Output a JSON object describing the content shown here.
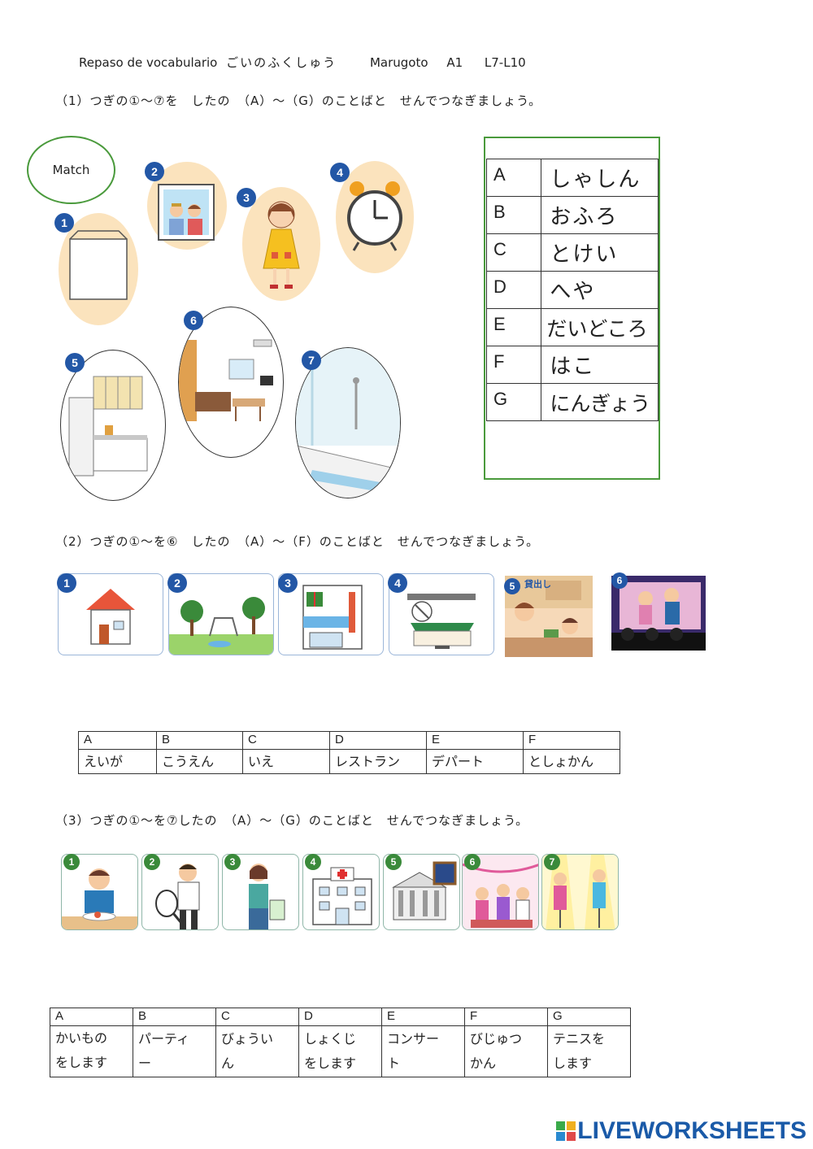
{
  "header": {
    "title_es": "Repaso de vocabulario",
    "title_jp": "ごいのふくしゅう",
    "course": "Marugoto",
    "level": "A1",
    "lessons": "L7-L10"
  },
  "section1": {
    "instruction": "（1）つぎの①～⑦を　したの　（A）～（G）のことばと　せんでつなぎましょう。",
    "match_label": "Match",
    "pictures": [
      {
        "num": "1",
        "icon": "box-icon"
      },
      {
        "num": "2",
        "icon": "photo-icon"
      },
      {
        "num": "3",
        "icon": "doll-icon"
      },
      {
        "num": "4",
        "icon": "clock-icon"
      },
      {
        "num": "5",
        "icon": "kitchen-icon"
      },
      {
        "num": "6",
        "icon": "room-icon"
      },
      {
        "num": "7",
        "icon": "bathroom-icon"
      }
    ],
    "options": [
      {
        "key": "A",
        "word": "しゃしん"
      },
      {
        "key": "B",
        "word": "おふろ"
      },
      {
        "key": "C",
        "word": "とけい"
      },
      {
        "key": "D",
        "word": "へや"
      },
      {
        "key": "E",
        "word": "だいどころ"
      },
      {
        "key": "F",
        "word": "はこ"
      },
      {
        "key": "G",
        "word": "にんぎょう"
      }
    ]
  },
  "section2": {
    "instruction": "（2）つぎの①～を⑥　したの　（A）～（F）のことばと　せんでつなぎましょう。",
    "pictures": [
      {
        "num": "1",
        "icon": "house-icon"
      },
      {
        "num": "2",
        "icon": "park-icon"
      },
      {
        "num": "3",
        "icon": "department-store-icon"
      },
      {
        "num": "4",
        "icon": "restaurant-icon"
      },
      {
        "num": "5",
        "icon": "library-icon",
        "sign": "貸出し"
      },
      {
        "num": "6",
        "icon": "movie-icon"
      }
    ],
    "options": [
      {
        "key": "A",
        "word": "えいが"
      },
      {
        "key": "B",
        "word": "こうえん"
      },
      {
        "key": "C",
        "word": "いえ"
      },
      {
        "key": "D",
        "word": "レストラン"
      },
      {
        "key": "E",
        "word": "デパート"
      },
      {
        "key": "F",
        "word": "としょかん"
      }
    ]
  },
  "section3": {
    "instruction": "（3）つぎの①～を⑦したの　（A）～（G）のことばと　せんでつなぎましょう。",
    "pictures": [
      {
        "num": "1",
        "icon": "eating-icon"
      },
      {
        "num": "2",
        "icon": "tennis-icon"
      },
      {
        "num": "3",
        "icon": "shopping-icon"
      },
      {
        "num": "4",
        "icon": "hospital-icon"
      },
      {
        "num": "5",
        "icon": "museum-icon"
      },
      {
        "num": "6",
        "icon": "party-icon"
      },
      {
        "num": "7",
        "icon": "concert-icon"
      }
    ],
    "options": [
      {
        "key": "A",
        "line1": "かいもの",
        "line2": "をします"
      },
      {
        "key": "B",
        "line1": "パーティ",
        "line2": "ー"
      },
      {
        "key": "C",
        "line1": "びょうい",
        "line2": "ん"
      },
      {
        "key": "D",
        "line1": "しょくじ",
        "line2": "をします"
      },
      {
        "key": "E",
        "line1": "コンサー",
        "line2": "ト"
      },
      {
        "key": "F",
        "line1": "びじゅつ",
        "line2": "かん"
      },
      {
        "key": "G",
        "line1": "テニスを",
        "line2": "します"
      }
    ]
  },
  "footer": {
    "brand": "LIVEWORKSHEETS"
  },
  "colors": {
    "badge": "#2357a6",
    "blob": "#fbe3bd",
    "table_border_green": "#4a9a3c",
    "brand_blue": "#1a5aa8"
  }
}
